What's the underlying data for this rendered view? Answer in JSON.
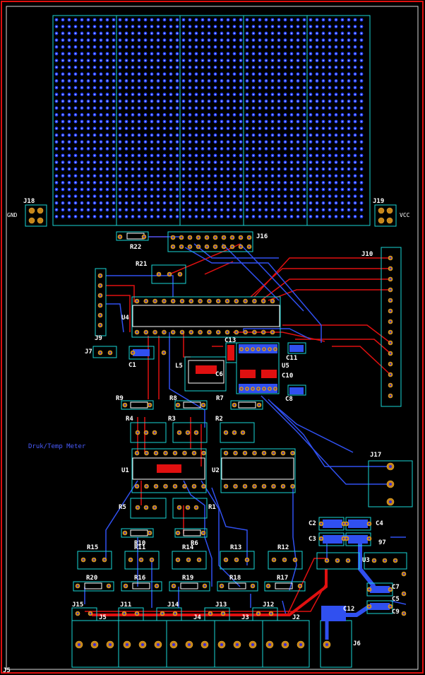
{
  "title_note": "Druk/Temp Meter",
  "side_labels": {
    "gnd": "GND",
    "vcc": "VCC"
  },
  "corner_label": "J5",
  "digit_7": "97",
  "components": [
    {
      "ref": "J18",
      "id": "j18"
    },
    {
      "ref": "J19",
      "id": "j19"
    },
    {
      "ref": "J16",
      "id": "j16"
    },
    {
      "ref": "R22",
      "id": "r22"
    },
    {
      "ref": "R21",
      "id": "r21"
    },
    {
      "ref": "J10",
      "id": "j10"
    },
    {
      "ref": "U4",
      "id": "u4"
    },
    {
      "ref": "J9",
      "id": "j9"
    },
    {
      "ref": "J7",
      "id": "j7"
    },
    {
      "ref": "C1",
      "id": "c1"
    },
    {
      "ref": "L5",
      "id": "l5"
    },
    {
      "ref": "C13",
      "id": "c13"
    },
    {
      "ref": "C11",
      "id": "c11"
    },
    {
      "ref": "U5",
      "id": "u5"
    },
    {
      "ref": "C10",
      "id": "c10"
    },
    {
      "ref": "C8",
      "id": "c8"
    },
    {
      "ref": "R9",
      "id": "r9"
    },
    {
      "ref": "R8",
      "id": "r8"
    },
    {
      "ref": "R7",
      "id": "r7"
    },
    {
      "ref": "R4",
      "id": "r4"
    },
    {
      "ref": "R3",
      "id": "r3"
    },
    {
      "ref": "R2",
      "id": "r2"
    },
    {
      "ref": "U1",
      "id": "u1"
    },
    {
      "ref": "U2",
      "id": "u2"
    },
    {
      "ref": "J17",
      "id": "j17"
    },
    {
      "ref": "R5",
      "id": "r5"
    },
    {
      "ref": "R1",
      "id": "r1"
    },
    {
      "ref": "R10",
      "id": "r10"
    },
    {
      "ref": "R6",
      "id": "r6"
    },
    {
      "ref": "C2",
      "id": "c2"
    },
    {
      "ref": "C4",
      "id": "c4"
    },
    {
      "ref": "C3",
      "id": "c3"
    },
    {
      "ref": "R15",
      "id": "r15"
    },
    {
      "ref": "R11",
      "id": "r11"
    },
    {
      "ref": "R14",
      "id": "r14"
    },
    {
      "ref": "R13",
      "id": "r13"
    },
    {
      "ref": "R12",
      "id": "r12"
    },
    {
      "ref": "U3",
      "id": "u3"
    },
    {
      "ref": "R20",
      "id": "r20"
    },
    {
      "ref": "R16",
      "id": "r16"
    },
    {
      "ref": "R19",
      "id": "r19"
    },
    {
      "ref": "R18",
      "id": "r18"
    },
    {
      "ref": "R17",
      "id": "r17"
    },
    {
      "ref": "J15",
      "id": "j15"
    },
    {
      "ref": "J11",
      "id": "j11"
    },
    {
      "ref": "J14",
      "id": "j14"
    },
    {
      "ref": "J13",
      "id": "j13"
    },
    {
      "ref": "J12",
      "id": "j12"
    },
    {
      "ref": "J6",
      "id": "j6"
    },
    {
      "ref": "J2",
      "id": "j2"
    },
    {
      "ref": "J3",
      "id": "j3"
    },
    {
      "ref": "J4",
      "id": "j4"
    },
    {
      "ref": "J5",
      "id": "j5"
    },
    {
      "ref": "C7",
      "id": "c7"
    },
    {
      "ref": "C5",
      "id": "c5"
    },
    {
      "ref": "C9",
      "id": "c9"
    },
    {
      "ref": "C12",
      "id": "c12"
    },
    {
      "ref": "C6",
      "id": "c6"
    }
  ],
  "colors": {
    "background": "#000000",
    "board_edge_outer": "#e01010",
    "board_edge_inner": "#d8d8d8",
    "outline": "#19d6d6",
    "pad": "#c6861a",
    "top_copper": "#e01010",
    "bottom_copper": "#3050f0",
    "silkscreen": "#ffffff",
    "note": "#4a5cff"
  }
}
